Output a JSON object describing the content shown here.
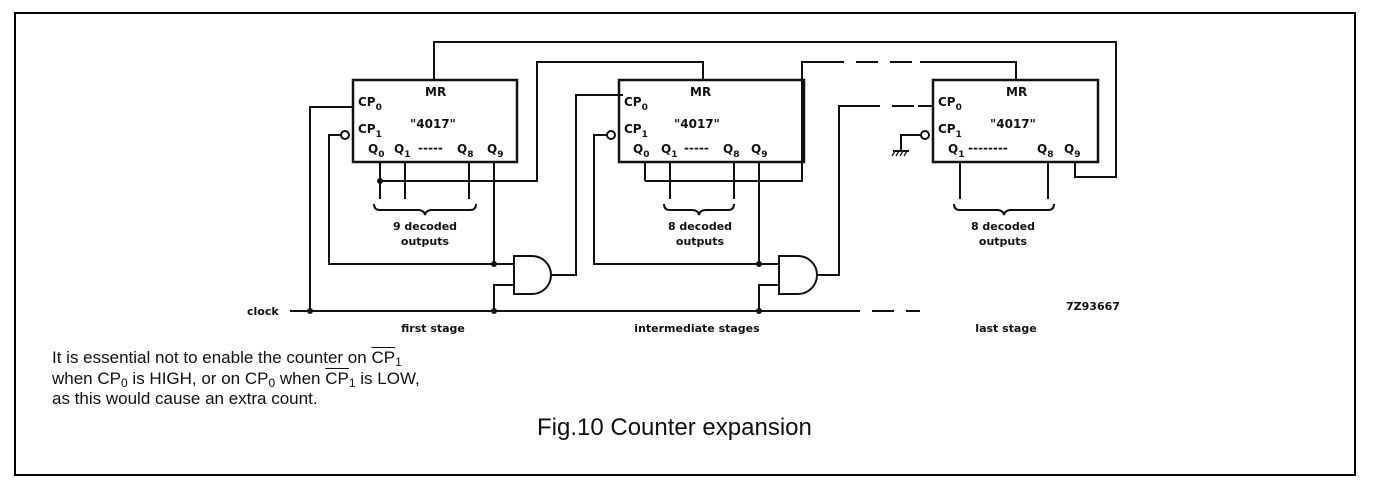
{
  "figure": {
    "caption": "Fig.10  Counter expansion",
    "drawing_code": "7Z93667",
    "clock_label": "clock",
    "stage_labels": [
      "first stage",
      "intermediate stages",
      "last stage"
    ],
    "counters": [
      {
        "name": "\"4017\"",
        "reset_pin": "MR",
        "inputs": [
          {
            "base": "CP",
            "sub": "0"
          },
          {
            "base": "CP",
            "sub": "1",
            "inverted": true
          }
        ],
        "outputs": [
          {
            "base": "Q",
            "sub": "0"
          },
          {
            "base": "Q",
            "sub": "1"
          },
          {
            "base": "Q",
            "sub": "8"
          },
          {
            "base": "Q",
            "sub": "9"
          }
        ],
        "decoded_label_1": "9 decoded",
        "decoded_label_2": "outputs"
      },
      {
        "name": "\"4017\"",
        "reset_pin": "MR",
        "inputs": [
          {
            "base": "CP",
            "sub": "0"
          },
          {
            "base": "CP",
            "sub": "1",
            "inverted": true
          }
        ],
        "outputs": [
          {
            "base": "Q",
            "sub": "0"
          },
          {
            "base": "Q",
            "sub": "1"
          },
          {
            "base": "Q",
            "sub": "8"
          },
          {
            "base": "Q",
            "sub": "9"
          }
        ],
        "decoded_label_1": "8 decoded",
        "decoded_label_2": "outputs"
      },
      {
        "name": "\"4017\"",
        "reset_pin": "MR",
        "inputs": [
          {
            "base": "CP",
            "sub": "0"
          },
          {
            "base": "CP",
            "sub": "1",
            "inverted": true
          }
        ],
        "outputs": [
          {
            "base": "Q",
            "sub": "1"
          },
          {
            "base": "Q",
            "sub": "8"
          },
          {
            "base": "Q",
            "sub": "9"
          }
        ],
        "decoded_label_1": "8 decoded",
        "decoded_label_2": "outputs"
      }
    ],
    "dashes": "-----",
    "dashes_long": "--------"
  },
  "note": {
    "part1": "It is essential not to enable the counter on ",
    "cp": "CP",
    "one": "1",
    "zero": "0",
    "part2": "when ",
    "part3": " is HIGH, or on ",
    "part4": " when ",
    "part5": " is LOW,",
    "part6": "as this would cause an extra count."
  }
}
